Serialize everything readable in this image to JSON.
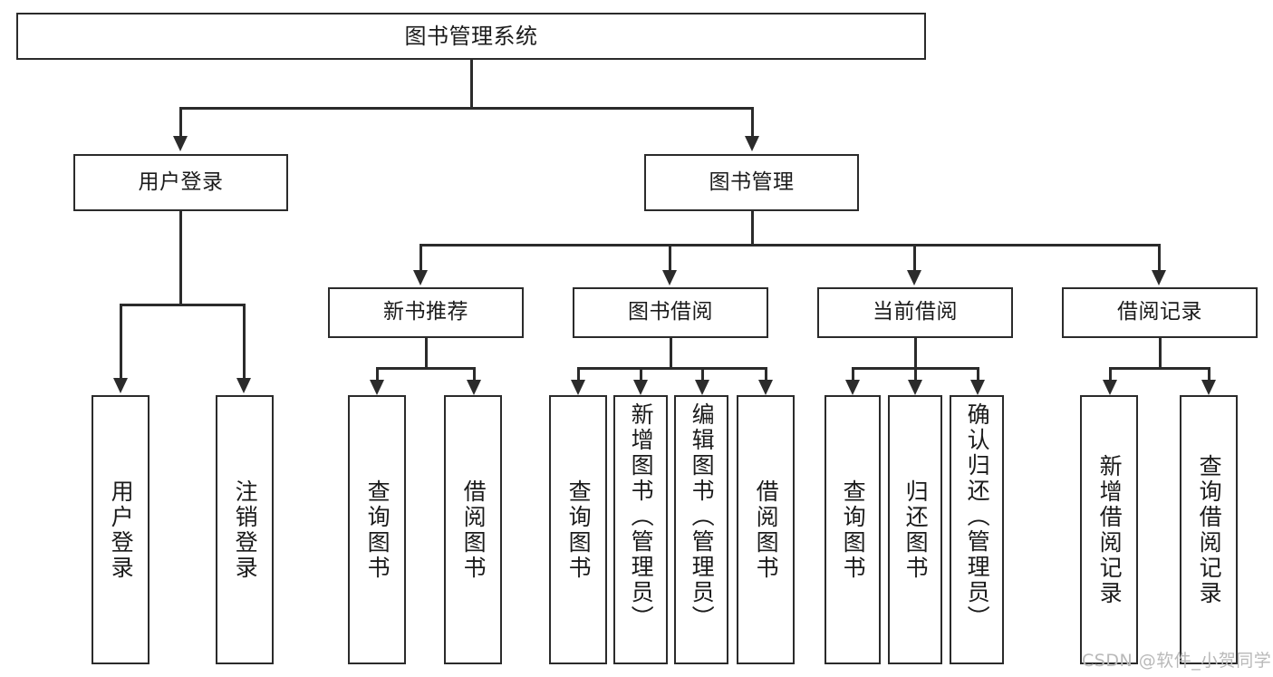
{
  "diagram": {
    "title": "图书管理系统",
    "watermark": "CSDN @软件_小贺同学",
    "root": {
      "label": "图书管理系统"
    },
    "level2": [
      {
        "label": "用户登录"
      },
      {
        "label": "图书管理"
      }
    ],
    "level3": [
      {
        "label": "新书推荐"
      },
      {
        "label": "图书借阅"
      },
      {
        "label": "当前借阅"
      },
      {
        "label": "借阅记录"
      }
    ],
    "leaves": {
      "user_login": [
        {
          "label": "用户登录"
        },
        {
          "label": "注销登录"
        }
      ],
      "new_book": [
        {
          "label": "查询图书"
        },
        {
          "label": "借阅图书"
        }
      ],
      "borrow_book": [
        {
          "label": "查询图书"
        },
        {
          "label": "新增图书（管理员）"
        },
        {
          "label": "编辑图书（管理员）"
        },
        {
          "label": "借阅图书"
        }
      ],
      "current_borrow": [
        {
          "label": "查询图书"
        },
        {
          "label": "归还图书"
        },
        {
          "label": "确认归还（管理员）"
        }
      ],
      "borrow_record": [
        {
          "label": "新增借阅记录"
        },
        {
          "label": "查询借阅记录"
        }
      ]
    },
    "colors": {
      "stroke": "#2b2b2b",
      "background": "#ffffff",
      "text": "#1b1b1b",
      "watermark": "#b9b9b9"
    }
  }
}
